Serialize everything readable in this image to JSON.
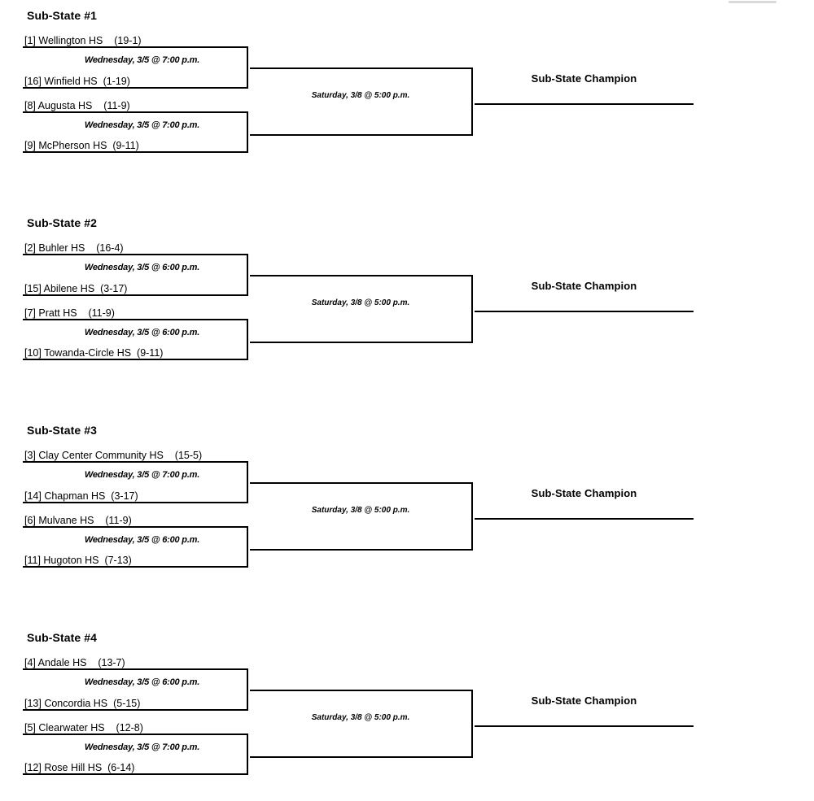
{
  "brackets": [
    {
      "title": "Sub-State #1",
      "games": [
        {
          "top_team": "[1] Wellington HS    (19-1)",
          "schedule": "Wednesday, 3/5 @ 7:00 p.m.",
          "bottom_team": "[16] Winfield HS  (1-19)"
        },
        {
          "top_team": "[8] Augusta HS    (11-9)",
          "schedule": "Wednesday, 3/5 @ 7:00 p.m.",
          "bottom_team": "[9] McPherson HS  (9-11)"
        }
      ],
      "final_schedule": "Saturday, 3/8 @ 5:00 p.m.",
      "champion_label": "Sub-State Champion"
    },
    {
      "title": "Sub-State #2",
      "games": [
        {
          "top_team": "[2] Buhler HS    (16-4)",
          "schedule": "Wednesday, 3/5 @ 6:00 p.m.",
          "bottom_team": "[15] Abilene HS  (3-17)"
        },
        {
          "top_team": "[7] Pratt HS    (11-9)",
          "schedule": "Wednesday, 3/5 @ 6:00 p.m.",
          "bottom_team": "[10] Towanda-Circle HS  (9-11)"
        }
      ],
      "final_schedule": "Saturday, 3/8 @ 5:00 p.m.",
      "champion_label": "Sub-State Champion"
    },
    {
      "title": "Sub-State #3",
      "games": [
        {
          "top_team": "[3] Clay Center Community HS    (15-5)",
          "schedule": "Wednesday, 3/5 @ 7:00 p.m.",
          "bottom_team": "[14] Chapman HS  (3-17)"
        },
        {
          "top_team": "[6] Mulvane HS    (11-9)",
          "schedule": "Wednesday, 3/5 @ 6:00 p.m.",
          "bottom_team": "[11] Hugoton HS  (7-13)"
        }
      ],
      "final_schedule": "Saturday, 3/8 @ 5:00 p.m.",
      "champion_label": "Sub-State Champion"
    },
    {
      "title": "Sub-State #4",
      "games": [
        {
          "top_team": "[4] Andale HS    (13-7)",
          "schedule": "Wednesday, 3/5 @ 6:00 p.m.",
          "bottom_team": "[13] Concordia HS  (5-15)"
        },
        {
          "top_team": "[5] Clearwater HS    (12-8)",
          "schedule": "Wednesday, 3/5 @ 7:00 p.m.",
          "bottom_team": "[12] Rose Hill HS  (6-14)"
        }
      ],
      "final_schedule": "Saturday, 3/8 @ 5:00 p.m.",
      "champion_label": "Sub-State Champion"
    }
  ],
  "colors": {
    "line": "#000000",
    "background": "#ffffff"
  }
}
